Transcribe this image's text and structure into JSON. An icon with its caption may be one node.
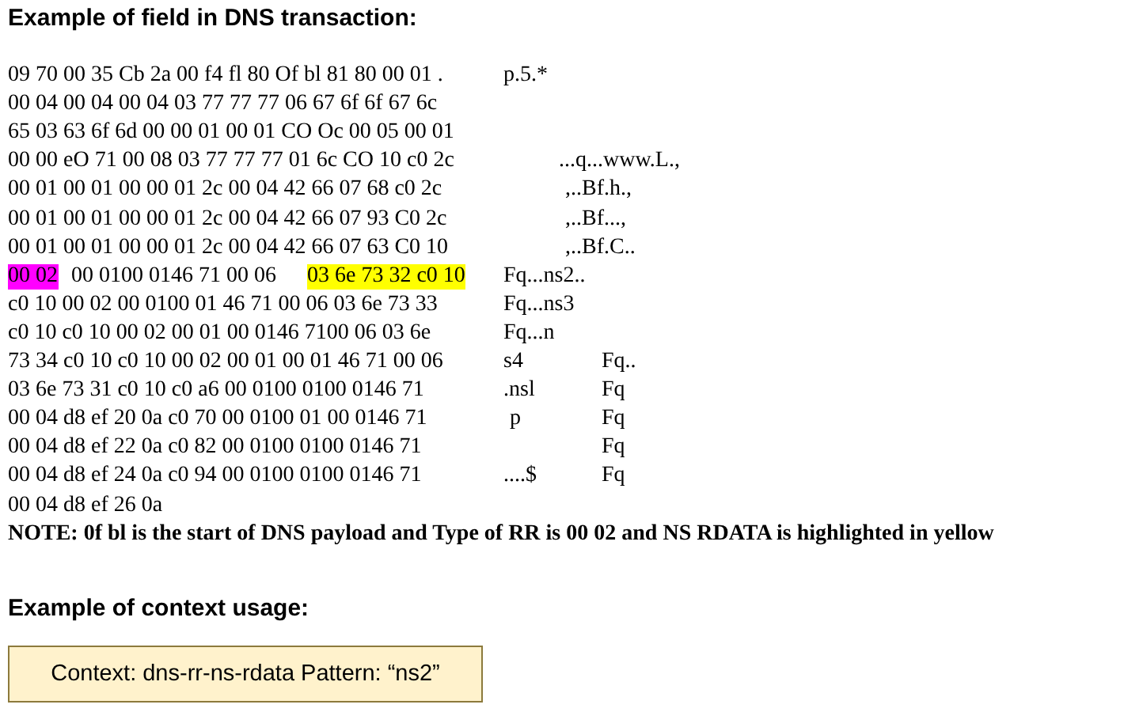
{
  "diagram": {
    "title": "Example of field in DNS transaction:",
    "nodes": [
      {
        "text": [
          "Context: dns-rr-ns-rdata Pattern: “ns2”"
        ]
      }
    ],
    "edges": [],
    "labels": [
      "09 70 00 35 Cb 2a 00 f4 fl 80 Of bl 81 80 00 01 .",
      "p.5.*",
      "00 04 00 04 00 04 03 77 77 77 06 67 6f 6f 67 6c",
      "65 03 63 6f 6d 00 00 01 00 01 CO Oc 00 05 00 01",
      "00 00 eO 71 00 08 03 77 77 77 01 6c CO 10 c0 2c",
      "...q...www.L.,",
      "00 01 00 01 00 00 01 2c 00 04 42 66 07 68 c0 2c",
      ",..Bf.h.,",
      "00 01 00 01 00 00 01 2c 00 04 42 66 07 93 C0 2c",
      ",..Bf...,",
      "00 01 00 01 00 00 01 2c 00 04 42 66 07 63 C0 10",
      ",..Bf.C..",
      "00 02",
      "00 0100 0146 71 00 06",
      "03 6e 73 32 c0 10",
      "Fq...ns2..",
      "c0 10 00 02 00 0100 01 46 71 00 06 03 6e 73 33",
      "Fq...ns3",
      "c0 10 c0 10 00 02 00 01 00 0146 7100 06 03 6e",
      "Fq...n",
      "73 34 c0 10 c0 10 00 02 00 01 00 01 46 71 00 06",
      "s4",
      "Fq..",
      "03 6e 73 31 c0 10 c0 a6 00 0100 0100 0146 71",
      ".nsl",
      "Fq",
      "00 04 d8 ef 20 0a c0 70 00 0100 01 00 0146 71",
      "p",
      "Fq",
      "00 04 d8 ef 22 0a c0 82 00 0100 0100 0146 71",
      "Fq",
      "00 04 d8 ef 24 0a c0 94 00 0100 0100 0146 71",
      "....$",
      "Fq",
      "00 04 d8 ef 26 0a",
      "NOTE: 0f bl is the start of DNS payload and Type of RR is 00 02 and NS RDATA is highlighted in yellow",
      "Example of context usage:"
    ]
  }
}
